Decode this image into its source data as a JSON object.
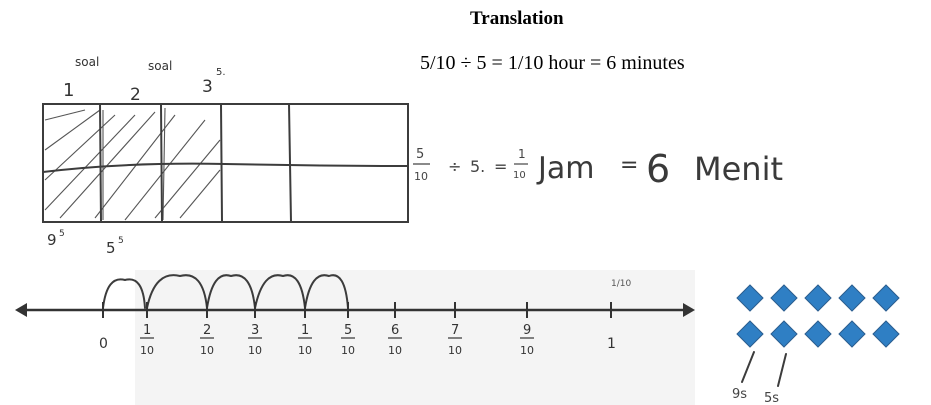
{
  "translation": {
    "title": "Translation",
    "equation": "5/10 ÷ 5 = 1/10 hour = 6 minutes"
  },
  "bar_model": {
    "top_labels": [
      "1",
      "soal",
      "soal",
      "2",
      "3",
      "5."
    ],
    "bottom_labels": [
      "9",
      "5",
      "5",
      "5"
    ],
    "columns": 5,
    "shaded_columns": 3
  },
  "handwritten_equation": {
    "frac1_num": "5",
    "frac1_den": "10",
    "op": "÷",
    "divisor": "5.",
    "equals": "=",
    "frac2_num": "1",
    "frac2_den": "10",
    "word1": "Jam",
    "equals2": "=",
    "result": "6",
    "word2": "Menit"
  },
  "number_line": {
    "labels": [
      "0",
      "1/10",
      "2/10",
      "3/10",
      "1/10",
      "5/10",
      "6/10",
      "7/10",
      "9/10",
      "1"
    ],
    "top_mark": "1/10",
    "zero": "0",
    "one": "1"
  },
  "diamonds": {
    "rows": 2,
    "per_row": 5,
    "color": "#2f7fc4",
    "labels": [
      "9s",
      "5s"
    ]
  }
}
